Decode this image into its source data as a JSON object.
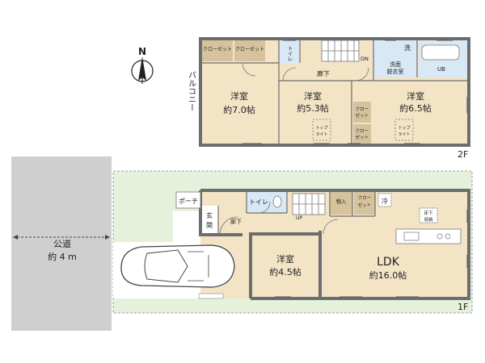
{
  "compass": {
    "label": "N"
  },
  "floor2": {
    "label": "2F",
    "balcony": "バルコニー",
    "closet_a": "クローゼット",
    "closet_b": "クローゼット",
    "toilet": "トイレ",
    "hall": "廊下",
    "dn": "DN",
    "wash_a": "洗",
    "washroom": [
      "洗面",
      "脱衣室"
    ],
    "ub": "UB",
    "room1": {
      "name": "洋室",
      "size": "約7.0帖"
    },
    "room2": {
      "name": "洋室",
      "size": "約5.3帖"
    },
    "room3": {
      "name": "洋室",
      "size": "約6.5帖"
    },
    "closet_c": [
      "クロー",
      "ゼット"
    ],
    "closet_d": [
      "クロー",
      "ゼット"
    ],
    "toplight_1": [
      "トップ",
      "ライト"
    ],
    "toplight_2": [
      "トップ",
      "ライト"
    ]
  },
  "floor1": {
    "label": "1F",
    "porch": "ポーチ",
    "entrance": [
      "玄",
      "関"
    ],
    "toilet": "トイレ",
    "hall": "廊下",
    "up": "UP",
    "storage": "物入",
    "closet": [
      "クロー",
      "ゼット"
    ],
    "fridge": "冷",
    "underfloor": [
      "床下",
      "収納"
    ],
    "room": {
      "name": "洋室",
      "size": "約4.5帖"
    },
    "ldk": {
      "name": "LDK",
      "size": "約16.0帖"
    }
  },
  "road": {
    "name": "公道",
    "width": "約 4 m"
  },
  "colors": {
    "floor_wood": "#f3e4c6",
    "site_green": "#e6f1dc",
    "road_grey": "#cfcfcf",
    "closet_tan": "#d6c39d",
    "wet_blue": "#d8e9f5",
    "wall": "#6d6d6d"
  }
}
